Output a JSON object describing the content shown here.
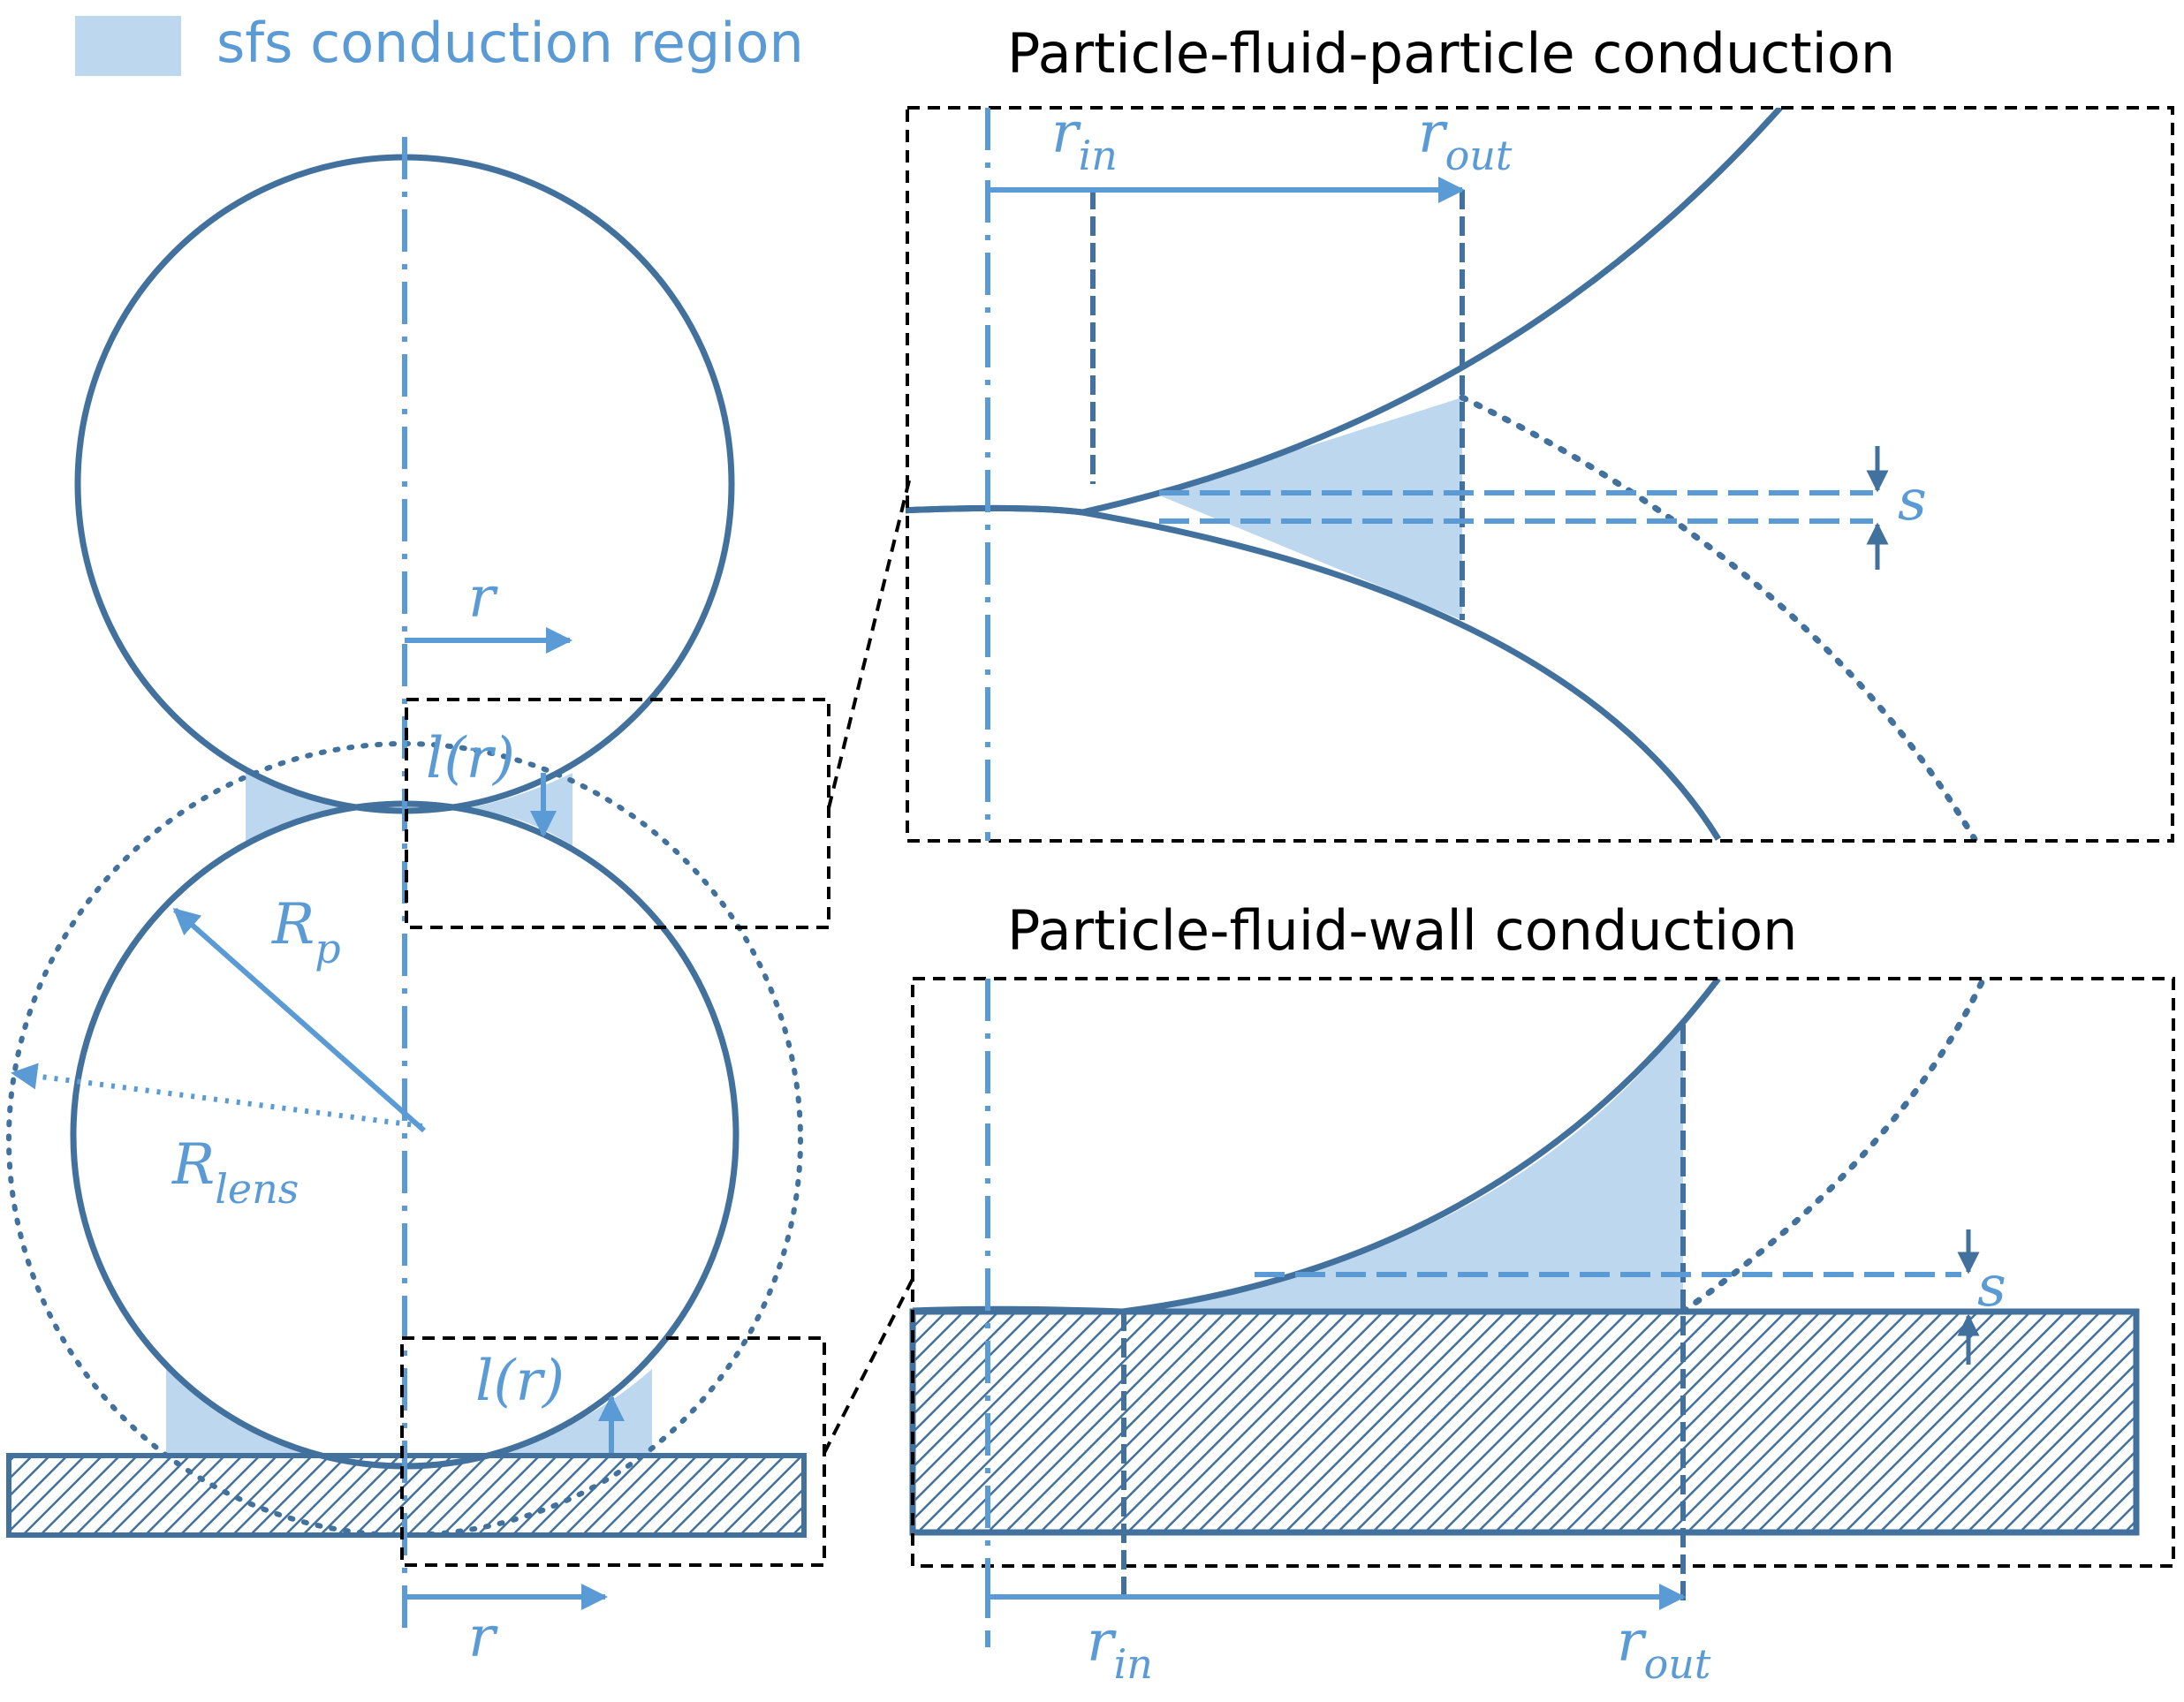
{
  "legend": {
    "label": "sfs conduction region",
    "swatch_color": "#bdd7ee"
  },
  "colors": {
    "particle_stroke": "#41719c",
    "accent_blue": "#5b9bd5",
    "fill_region": "#bdd7ee",
    "hatch": "#41719c",
    "box_dash": "#000000"
  },
  "panels": {
    "top_title": "Particle-fluid-particle conduction",
    "bottom_title": "Particle-fluid-wall conduction"
  },
  "labels": {
    "r": "r",
    "l_of_r": "l(r)",
    "R": "R",
    "sub_p": "p",
    "sub_lens": "lens",
    "sub_in": "in",
    "sub_out": "out",
    "s": "s"
  }
}
